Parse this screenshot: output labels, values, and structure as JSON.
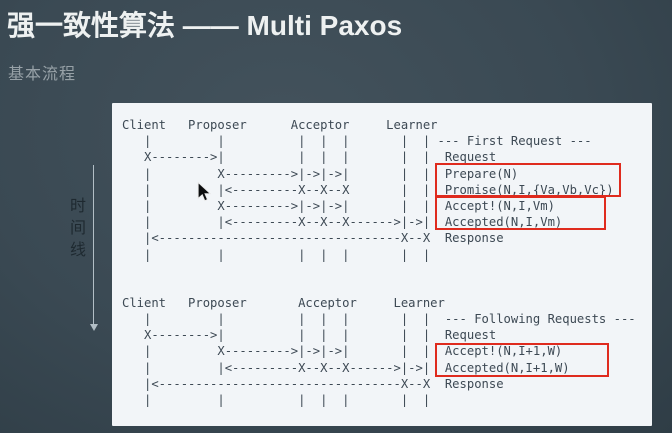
{
  "page": {
    "title": "强一致性算法 —— Multi Paxos",
    "subtitle": "基本流程"
  },
  "timeline": {
    "label": "时间线"
  },
  "colors": {
    "background": "#3a4953",
    "panel": "#f2f5f8",
    "ascii_text": "#3d4954",
    "highlight_red": "#df2b1e",
    "title_white": "#eef1f1",
    "subtitle_gray": "#97a1a7",
    "timeline_line": "#b2bec5",
    "timeline_text": "#1e2930"
  },
  "diagrams": [
    {
      "id": "first-request",
      "section_label": "--- First Request ---",
      "roles": [
        "Client",
        "Proposer",
        "Acceptor",
        "Learner"
      ],
      "steps": [
        "Request",
        "Prepare(N)",
        "Promise(N,I,{Va,Vb,Vc})",
        "Accept!(N,I,Vm)",
        "Accepted(N,I,Vm)",
        "Response"
      ],
      "highlighted_messages": [
        [
          "Prepare(N)",
          "Promise(N,I,{Va,Vb,Vc})"
        ],
        [
          "Accept!(N,I,Vm)",
          "Accepted(N,I,Vm)"
        ]
      ],
      "ascii": "Client   Proposer      Acceptor     Learner\n   |         |          |  |  |       |  | --- First Request ---\n   X-------->|          |  |  |       |  |  Request\n   |         X--------->|->|->|       |  |  Prepare(N)\n   |         |<---------X--X--X       |  |  Promise(N,I,{Va,Vb,Vc})\n   |         X--------->|->|->|       |  |  Accept!(N,I,Vm)\n   |         |<---------X--X--X------>|->|  Accepted(N,I,Vm)\n   |<---------------------------------X--X  Response\n   |         |          |  |  |       |  |"
    },
    {
      "id": "following-requests",
      "section_label": "--- Following Requests ---",
      "roles": [
        "Client",
        "Proposer",
        "Acceptor",
        "Learner"
      ],
      "steps": [
        "Request",
        "Accept!(N,I+1,W)",
        "Accepted(N,I+1,W)",
        "Response"
      ],
      "highlighted_messages": [
        [
          "Accept!(N,I+1,W)",
          "Accepted(N,I+1,W)"
        ]
      ],
      "ascii": "Client   Proposer       Acceptor     Learner\n   |         |          |  |  |       |  |  --- Following Requests ---\n   X-------->|          |  |  |       |  |  Request\n   |         X--------->|->|->|       |  |  Accept!(N,I+1,W)\n   |         |<---------X--X--X------>|->|  Accepted(N,I+1,W)\n   |<---------------------------------X--X  Response\n   |         |          |  |  |       |  |"
    }
  ]
}
